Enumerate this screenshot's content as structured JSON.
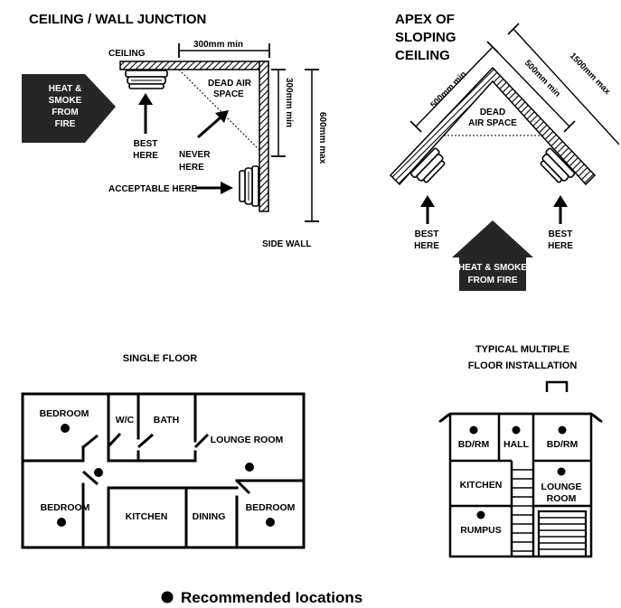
{
  "ceiling_wall": {
    "title": "CEILING / WALL JUNCTION",
    "ceiling_label": "CEILING",
    "dim_300_horizontal": "300mm min",
    "dim_300_vertical": "300mm min",
    "dim_600": "600mm max",
    "dead_air_line1": "DEAD AIR",
    "dead_air_line2": "SPACE",
    "heat_line1": "HEAT &",
    "heat_line2": "SMOKE",
    "heat_line3": "FROM",
    "heat_line4": "FIRE",
    "best_line1": "BEST",
    "best_line2": "HERE",
    "never_line1": "NEVER",
    "never_line2": "HERE",
    "acceptable": "ACCEPTABLE HERE",
    "side_wall": "SIDE WALL"
  },
  "apex": {
    "title_line1": "APEX OF",
    "title_line2": "SLOPING",
    "title_line3": "CEILING",
    "dim_500_left": "500mm min",
    "dim_500_right": "500mm min",
    "dim_1500": "1500mm max",
    "dead_air_line1": "DEAD",
    "dead_air_line2": "AIR SPACE",
    "best_left_line1": "BEST",
    "best_left_line2": "HERE",
    "best_right_line1": "BEST",
    "best_right_line2": "HERE",
    "heat_line1": "HEAT & SMOKE",
    "heat_line2": "FROM FIRE"
  },
  "single_floor": {
    "title": "SINGLE FLOOR",
    "bedroom_top": "BEDROOM",
    "wc": "W/C",
    "bath": "BATH",
    "lounge": "LOUNGE ROOM",
    "bedroom_bottom_left": "BEDROOM",
    "kitchen": "KITCHEN",
    "dining": "DINING",
    "bedroom_bottom_right": "BEDROOM"
  },
  "multi_floor": {
    "title_line1": "TYPICAL MULTIPLE",
    "title_line2": "FLOOR INSTALLATION",
    "bdrm_left": "BD/RM",
    "hall": "HALL",
    "bdrm_right": "BD/RM",
    "kitchen": "KITCHEN",
    "lounge_line1": "LOUNGE",
    "lounge_line2": "ROOM",
    "rumpus": "RUMPUS"
  },
  "legend": {
    "label": "Recommended locations"
  }
}
